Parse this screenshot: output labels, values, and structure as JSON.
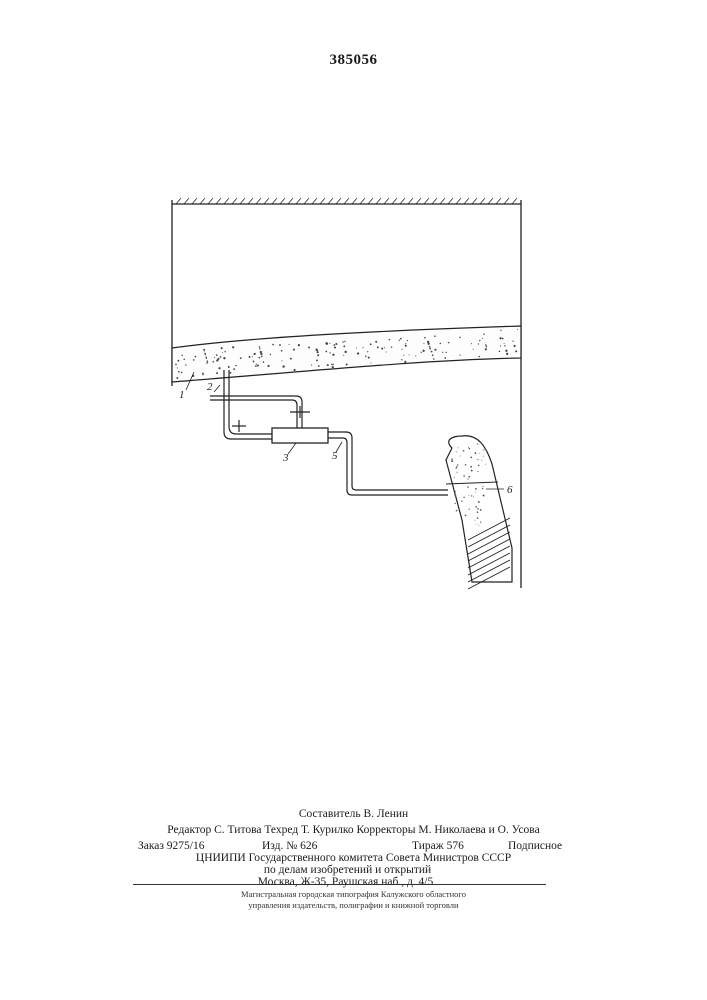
{
  "document": {
    "patent_number": "385056"
  },
  "figure": {
    "labels": {
      "part_1": "1",
      "part_2": "2",
      "part_3": "3",
      "part_5": "5",
      "part_6": "6"
    }
  },
  "footer": {
    "compiler": "Составитель В. Ленин",
    "editors_line": "Редактор С. Титова Техред Т. Курилко Корректоры М. Николаева и О. Усова",
    "order": "Заказ 9275/16",
    "issue": "Изд. № 626",
    "circulation": "Тираж 576",
    "subscription": "Подписное",
    "institute": "ЦНИИПИ Государственного комитета Совета Министров СССР",
    "affairs": "по делам изобретений и открытий",
    "address": "Москва, Ж-35, Раушская наб., д. 4/5",
    "printer_line_1": "Магистральная городская типография Калужского областного",
    "printer_line_2": "управления издательств, полиграфии и книжной торговли"
  }
}
